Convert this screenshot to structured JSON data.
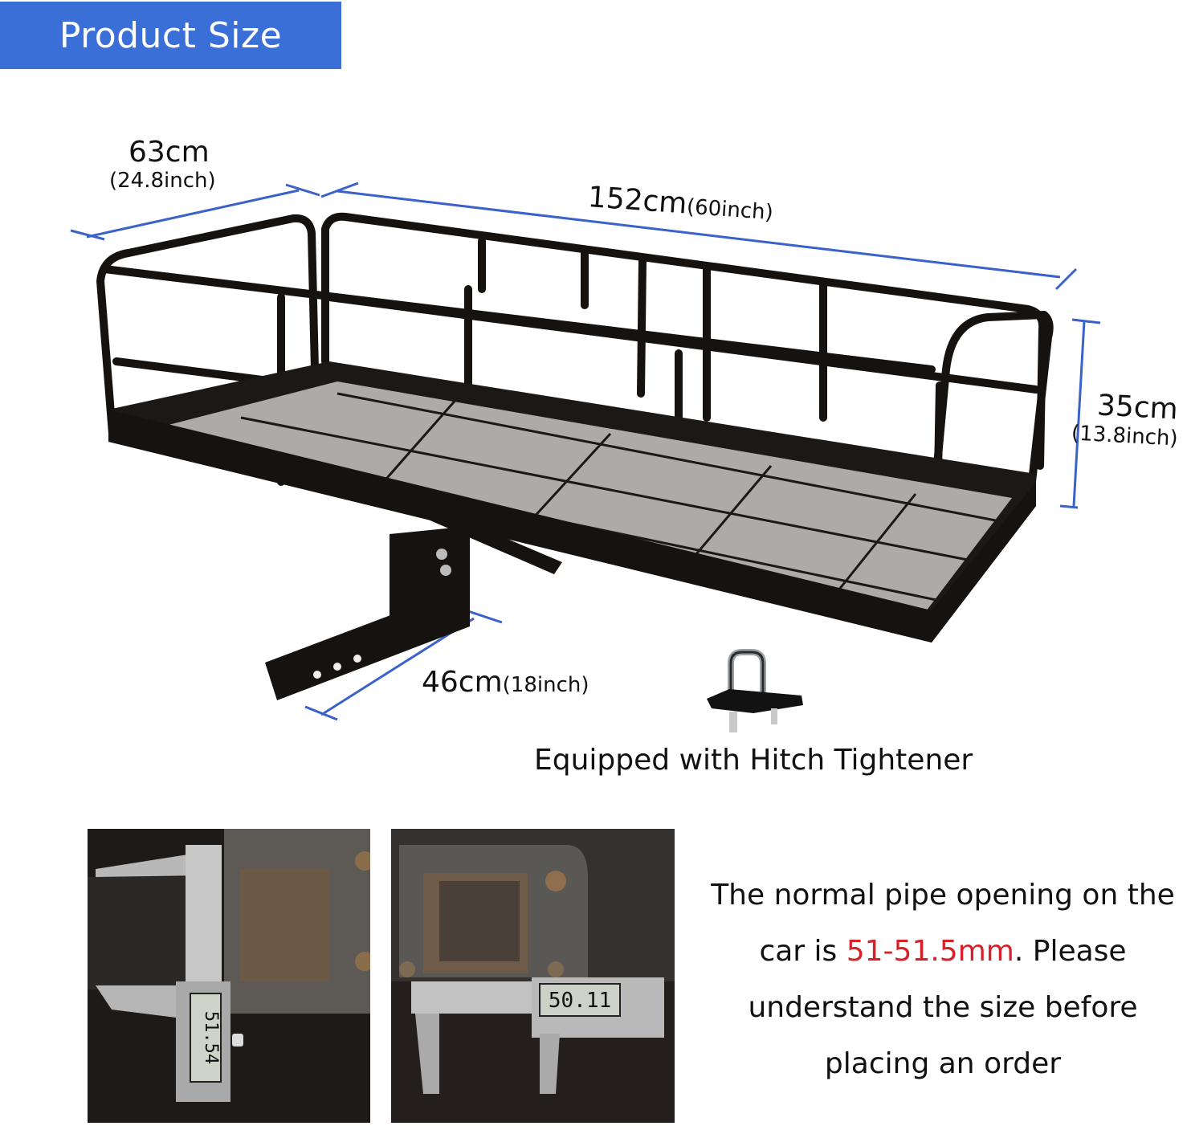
{
  "header": {
    "title": "Product Size",
    "banner_color": "#3a6fd8"
  },
  "dimensions": {
    "width": {
      "cm": "63cm",
      "inch": "(24.8inch)"
    },
    "length": {
      "cm": "152cm",
      "inch": "(60inch)"
    },
    "height": {
      "cm": "35cm",
      "inch": "(13.8inch)"
    },
    "hitch_bar": {
      "cm": "46cm",
      "inch": "(18inch)"
    },
    "line_color": "#3a62c8"
  },
  "accessory": {
    "caption": "Equipped with Hitch Tightener",
    "icon": "hitch-tightener-icon"
  },
  "photos": [
    {
      "label": "caliper-measurement-vertical",
      "reading": "51.54"
    },
    {
      "label": "caliper-measurement-horizontal",
      "reading": "50.11"
    }
  ],
  "note": {
    "line1": "The normal pipe opening on the",
    "line2_prefix": "car is ",
    "line2_highlight": "51-51.5mm",
    "line2_suffix": ". Please",
    "line3": "understand the size before",
    "line4": "placing an order",
    "highlight_color": "#d6202a"
  }
}
